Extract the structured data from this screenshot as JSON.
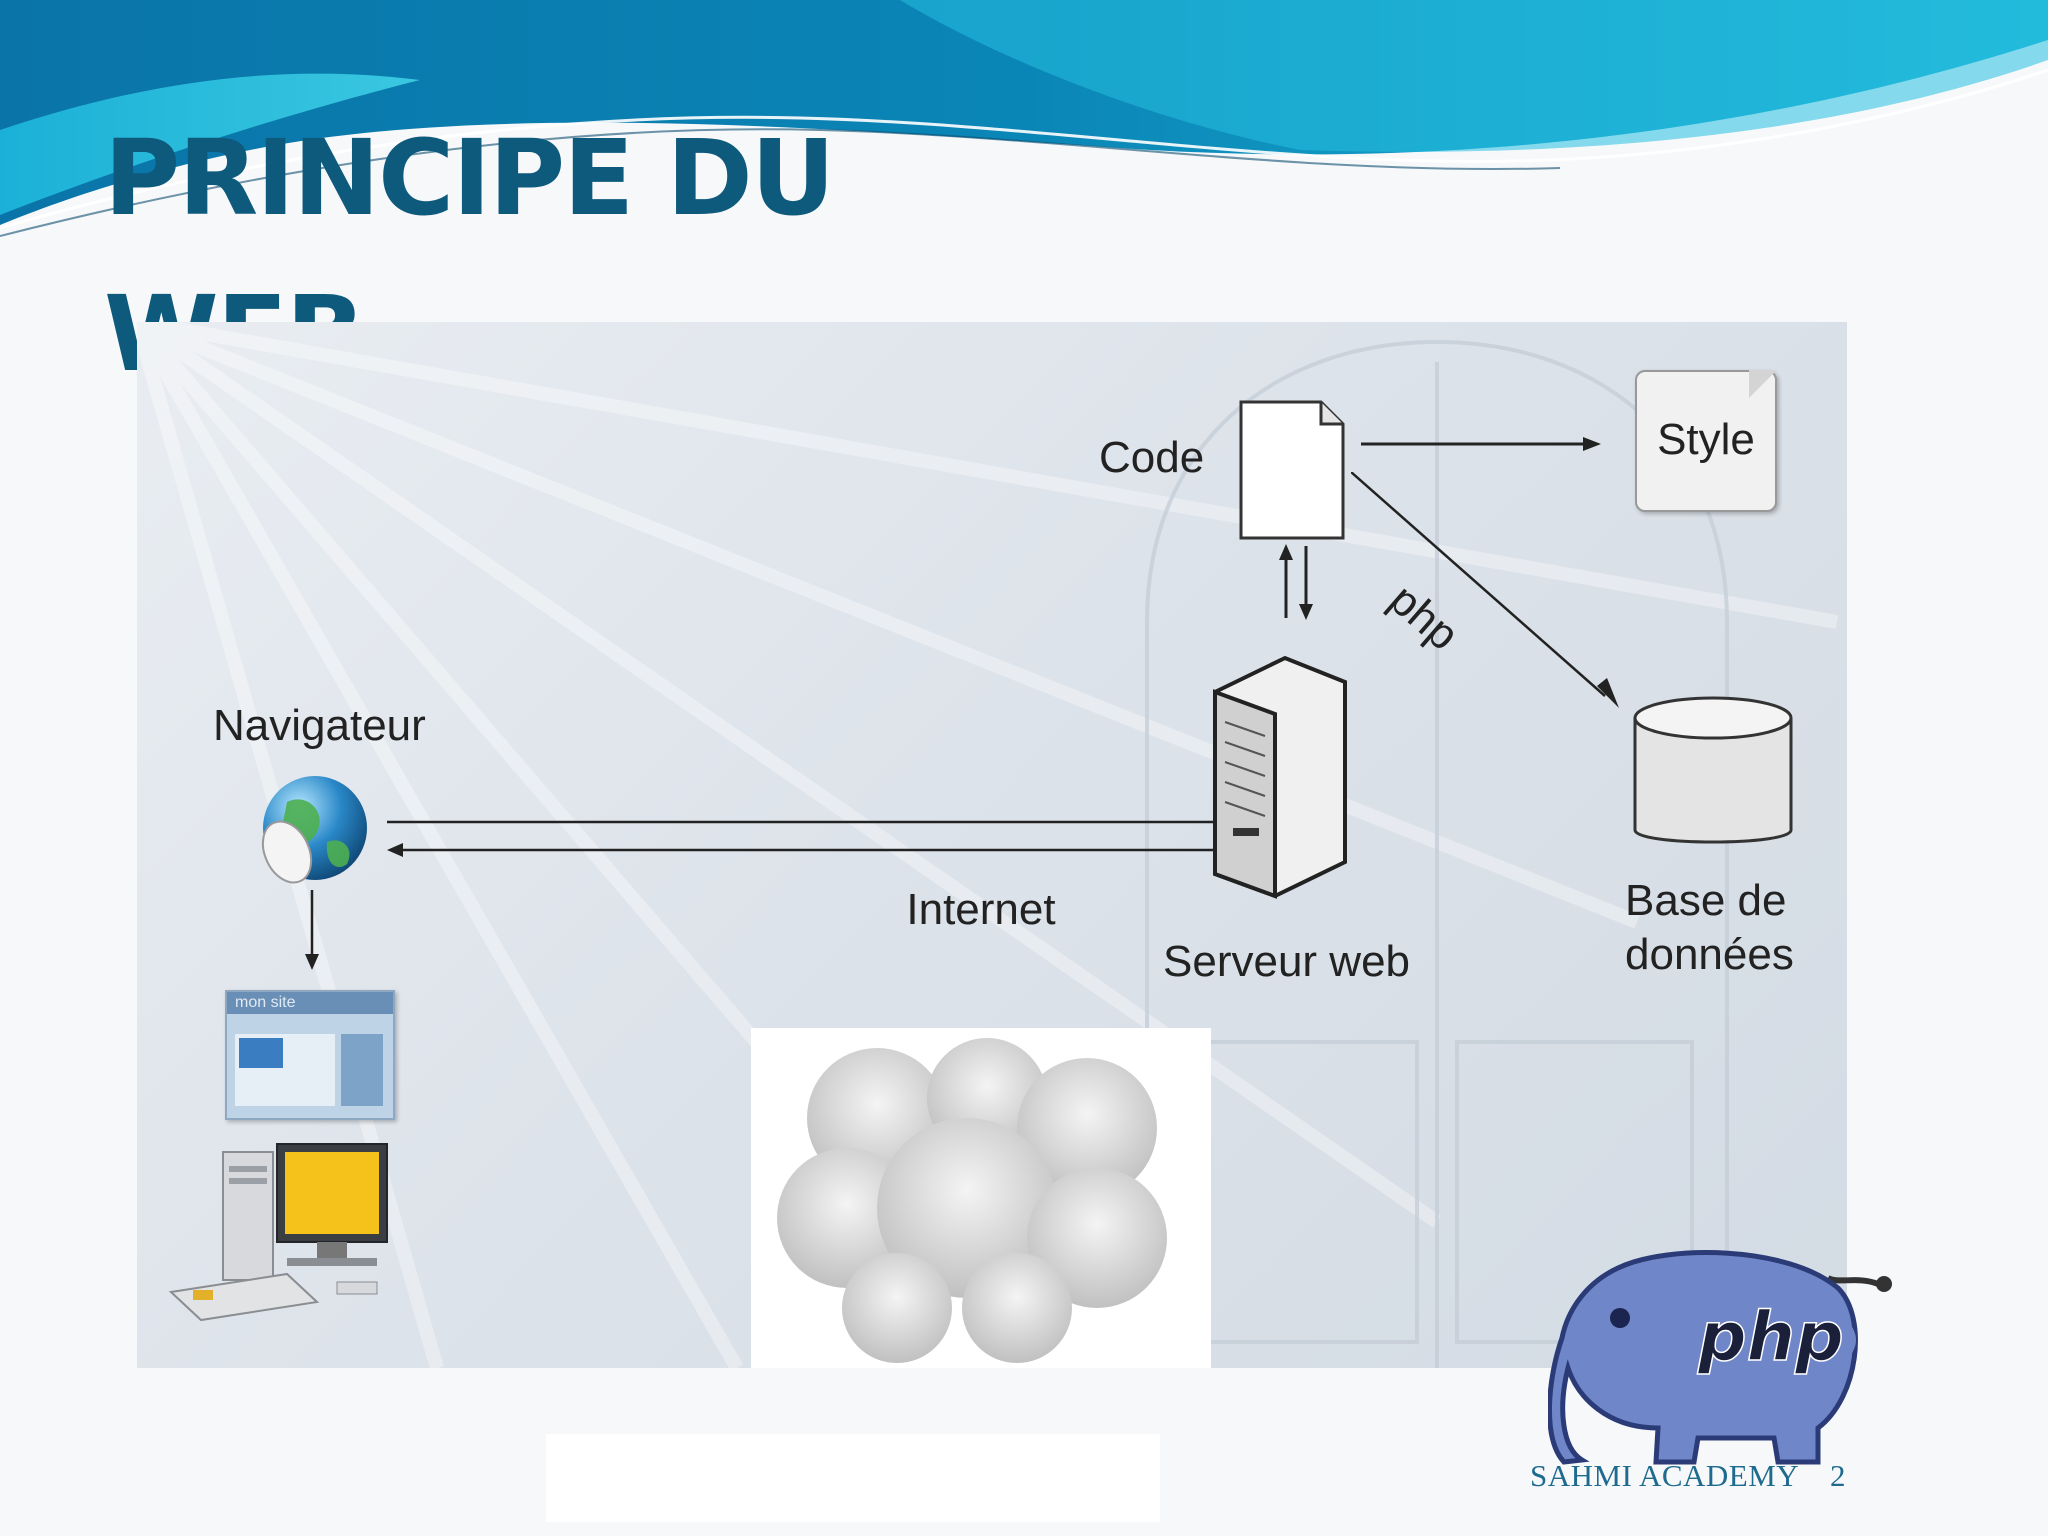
{
  "slide": {
    "title_line1": "PRINCIPE DU",
    "title_line2": "WEB",
    "footer": "SAHMI ACADEMY",
    "page_number": "2"
  },
  "diagram": {
    "navigateur": "Navigateur",
    "internet": "Internet",
    "code": "Code",
    "style": "Style",
    "php_arrow": "php",
    "serveur_web": "Serveur web",
    "base_line1": "Base de",
    "base_line2": "données",
    "site_window_title": "mon site"
  },
  "logo": {
    "text": "php"
  },
  "colors": {
    "title": "#0e5a7d",
    "footer": "#1f6b8f",
    "wave_dark": "#0b6fa0",
    "wave_light": "#2fc3e0",
    "php_elephant": "#6f86c8"
  }
}
